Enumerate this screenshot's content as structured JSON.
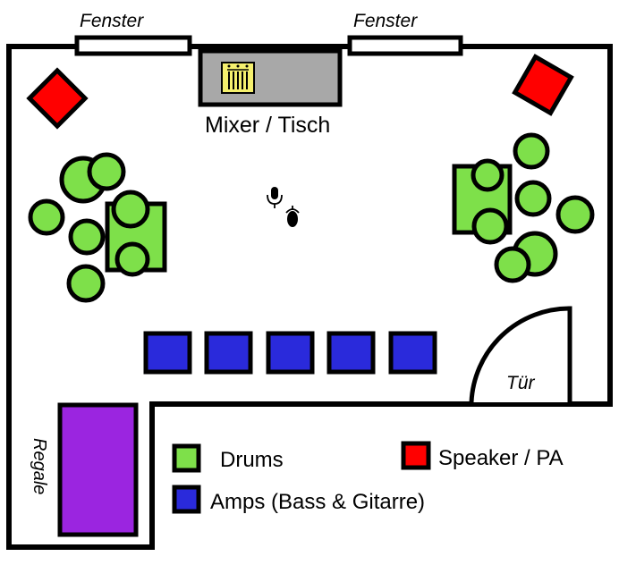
{
  "labels": {
    "window_left": "Fenster",
    "window_right": "Fenster",
    "mixer": "Mixer / Tisch",
    "door": "Tür",
    "shelves": "Regale"
  },
  "legend": {
    "drums": "Drums",
    "speaker": "Speaker / PA",
    "amps": "Amps (Bass & Gitarre)"
  },
  "colors": {
    "drums": "#7ee04a",
    "speaker": "#ff0000",
    "amps": "#2a2adb",
    "shelves": "#9b25e0",
    "mixer": "#a8a8a8",
    "mixer_module": "#f5f06e",
    "outline": "#000000"
  },
  "icons": {
    "microphone": "microphone-icon",
    "mic_stand_base": "mic-base-icon"
  },
  "counts": {
    "amps": 5,
    "speakers": 2,
    "drum_kits": 2
  }
}
